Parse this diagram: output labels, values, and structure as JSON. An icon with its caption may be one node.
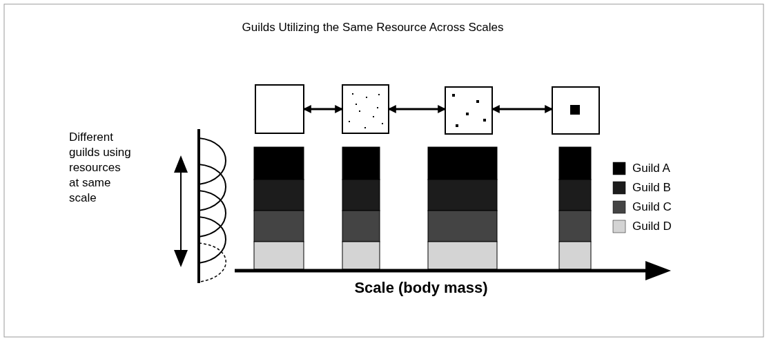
{
  "diagram": {
    "title": "Guilds Utilizing the Same Resource Across Scales",
    "nodes": [
      {
        "text": [],
        "shape": "box"
      },
      {
        "text": [],
        "shape": "box"
      },
      {
        "text": [],
        "shape": "box"
      },
      {
        "text": [],
        "shape": "box"
      }
    ],
    "edges": [
      {
        "from": 0,
        "to": 1,
        "arrow": "both"
      },
      {
        "from": 1,
        "to": 2,
        "arrow": "both"
      },
      {
        "from": 2,
        "to": 3,
        "arrow": "both"
      }
    ],
    "labels": [
      "Different guilds using resources at same scale",
      "Scale (body mass)"
    ],
    "legend": [
      {
        "text": "Guild A",
        "color": "#000000"
      },
      {
        "text": "Guild B",
        "color": "#1c1c1c"
      },
      {
        "text": "Guild C",
        "color": "#444444"
      },
      {
        "text": "Guild D",
        "color": "#d4d4d4"
      }
    ]
  }
}
